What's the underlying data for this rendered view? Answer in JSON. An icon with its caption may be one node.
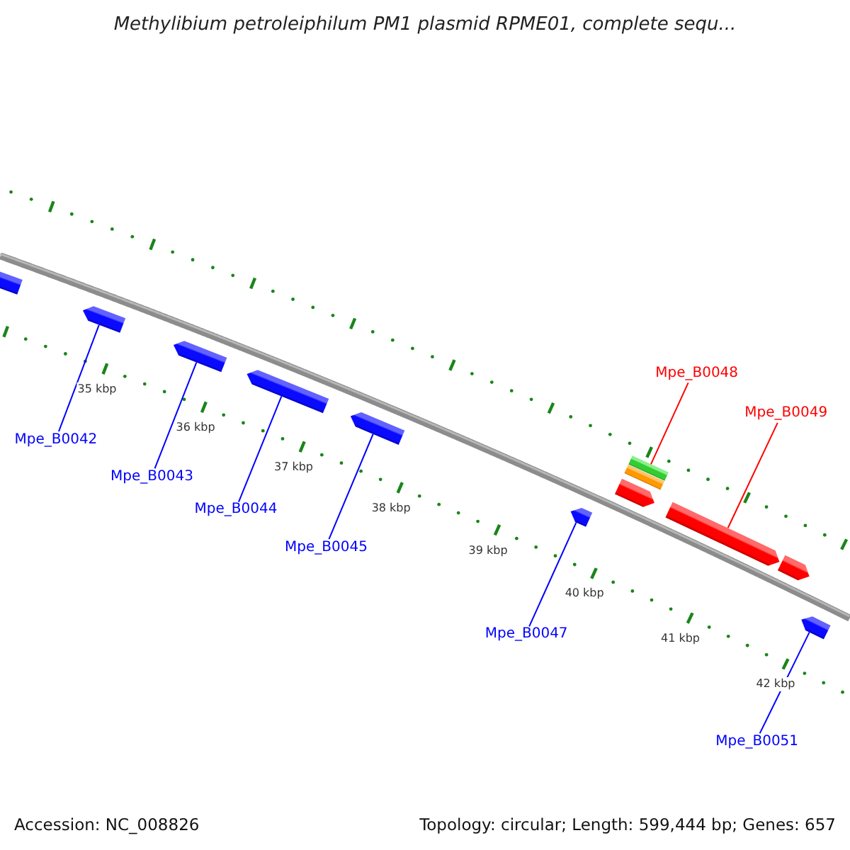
{
  "diagram": {
    "title": "Methylibium petroleiphilum PM1 plasmid RPME01, complete sequ...",
    "nodes": [
      {
        "text": [],
        "shape": "pentagon"
      },
      {
        "text": [],
        "shape": "pentagon"
      },
      {
        "text": [],
        "shape": "pentagon"
      },
      {
        "text": [],
        "shape": "pentagon"
      },
      {
        "text": [],
        "shape": "pentagon"
      },
      {
        "text": [],
        "shape": "pentagon"
      },
      {
        "text": [],
        "shape": "pentagon"
      },
      {
        "text": [],
        "shape": "bar"
      },
      {
        "text": [],
        "shape": "bar"
      },
      {
        "text": [],
        "shape": "pentagon"
      },
      {
        "text": [],
        "shape": "pentagon"
      },
      {
        "text": [],
        "shape": "pentagon"
      },
      {
        "text": [
          "Mpe_B0042"
        ]
      },
      {
        "text": [
          "Mpe_B0043"
        ]
      },
      {
        "text": [
          "Mpe_B0044"
        ]
      },
      {
        "text": [
          "Mpe_B0045"
        ]
      },
      {
        "text": [
          "Mpe_B0047"
        ]
      },
      {
        "text": [
          "Mpe_B0048"
        ]
      },
      {
        "text": [
          "Mpe_B0049"
        ]
      },
      {
        "text": [
          "Mpe_B0051"
        ]
      }
    ],
    "edges": [
      {
        "from": 12,
        "to": 1,
        "arrow": "none"
      },
      {
        "from": 13,
        "to": 2,
        "arrow": "none"
      },
      {
        "from": 14,
        "to": 3,
        "arrow": "none"
      },
      {
        "from": 15,
        "to": 4,
        "arrow": "none"
      },
      {
        "from": 16,
        "to": 5,
        "arrow": "none"
      },
      {
        "from": 17,
        "to": 8,
        "arrow": "none",
        "color": "#ff0000"
      },
      {
        "from": 18,
        "to": 9,
        "arrow": "none",
        "color": "#ff0000"
      },
      {
        "from": 19,
        "to": 11,
        "arrow": "none"
      }
    ],
    "labels": [
      "35 kbp",
      "36 kbp",
      "37 kbp",
      "38 kbp",
      "39 kbp",
      "40 kbp",
      "41 kbp",
      "42 kbp",
      "Accession: NC_008826",
      "Topology: circular; Length: 599,444 bp; Genes: 657"
    ]
  }
}
